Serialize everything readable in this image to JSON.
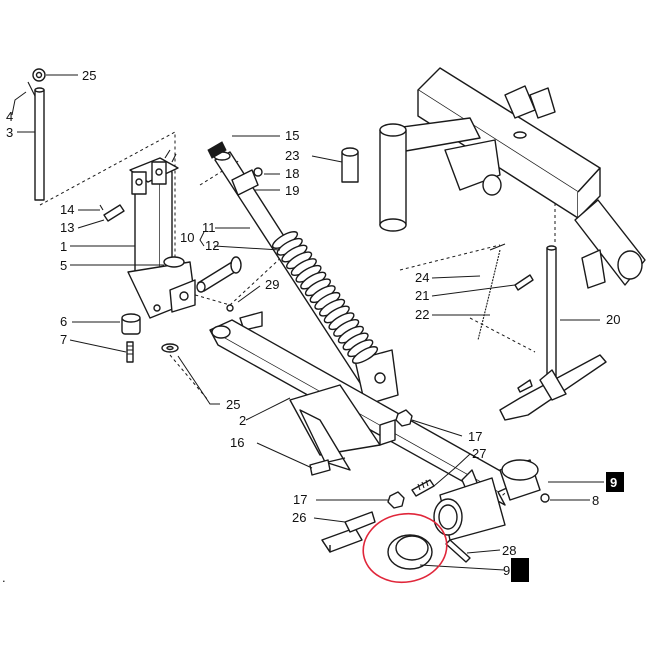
{
  "colors": {
    "line": "#1a1a1a",
    "highlight": "#e0263a",
    "callout_bg": "#000000",
    "callout_fg": "#ffffff"
  },
  "labels": {
    "p25a": "25",
    "p4": "4",
    "p3": "3",
    "p14": "14",
    "p13": "13",
    "p1": "1",
    "p5": "5",
    "p6": "6",
    "p7": "7",
    "p25b": "25",
    "p2": "2",
    "p16": "16",
    "p17a": "17",
    "p26": "26",
    "p15": "15",
    "p23": "23",
    "p18": "18",
    "p19": "19",
    "p11": "11",
    "p10": "10",
    "p12": "12",
    "p29": "29",
    "p24": "24",
    "p21": "21",
    "p22": "22",
    "p20": "20",
    "p17b": "17",
    "p27": "27",
    "p9a": "9",
    "p8": "8",
    "p28": "28",
    "p9b": "9"
  },
  "stray_mark": "."
}
